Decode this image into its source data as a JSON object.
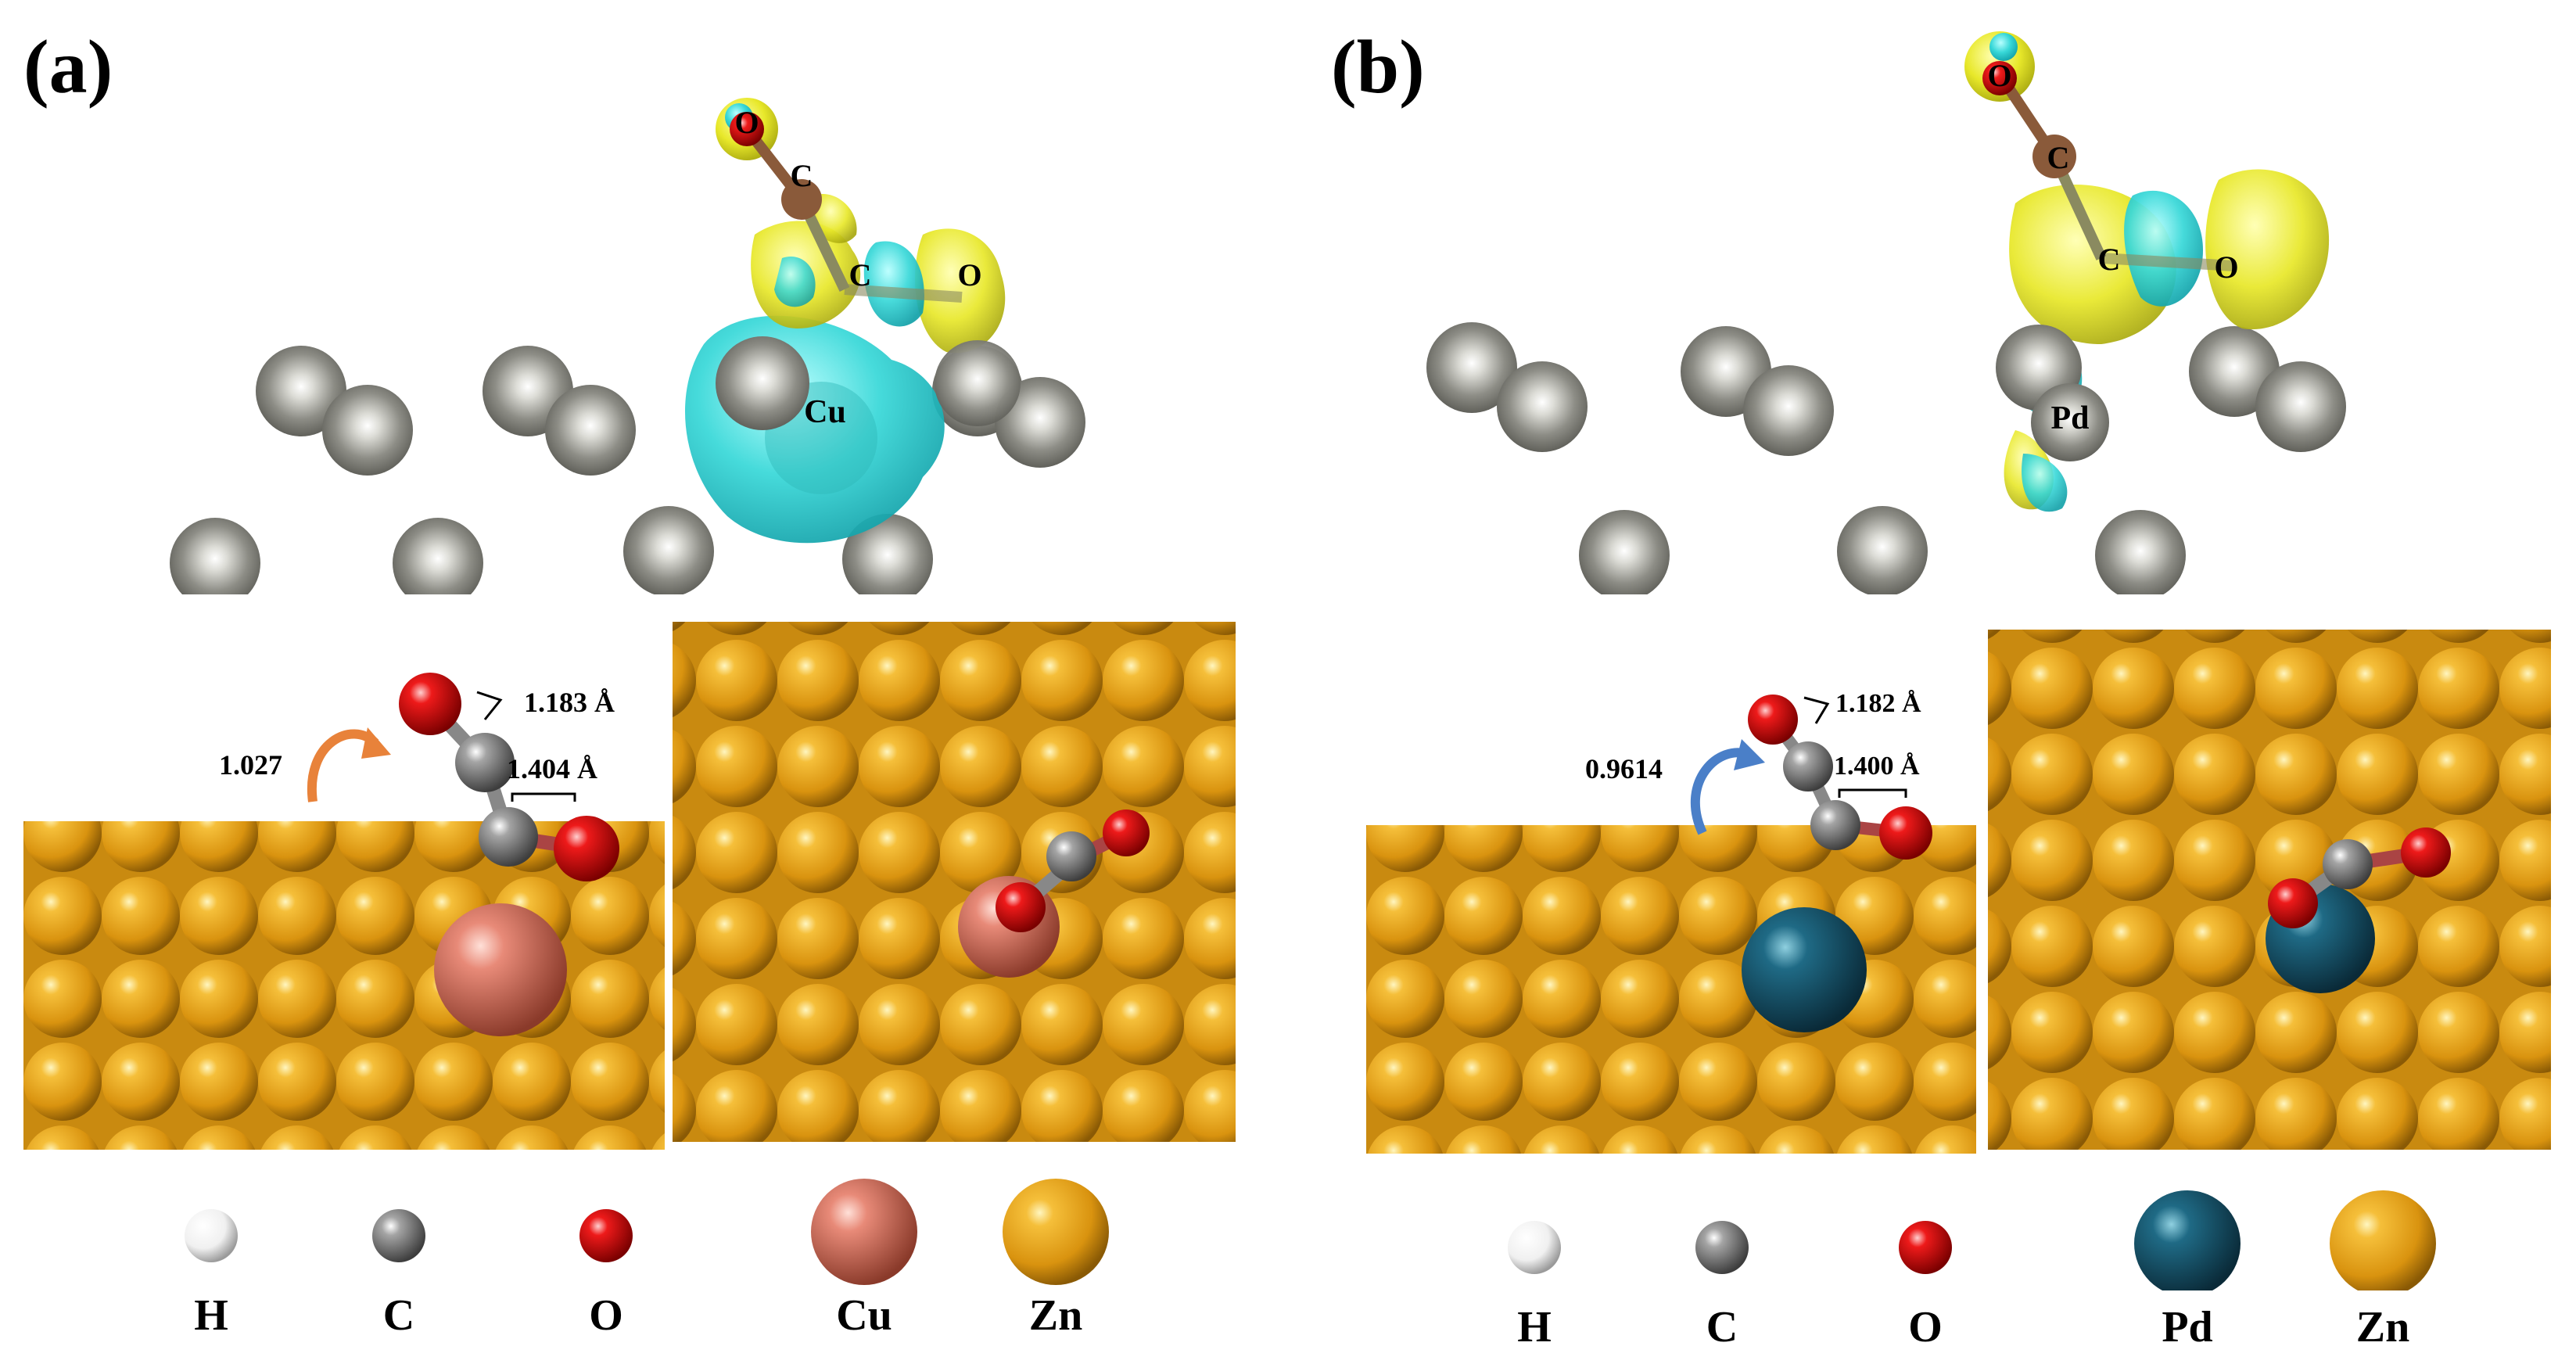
{
  "colors": {
    "H": "#f0f0f0",
    "C": "#7a7a7a",
    "O": "#e00000",
    "Cu": "#e07b6a",
    "Pd": "#1a5f77",
    "Zn": "#e5a21a",
    "surface_atom": "#8f8f88",
    "charge_accumulation": "#e8e82a",
    "charge_depletion": "#2fd8d8",
    "bond_CO_top": "#8a5a3a",
    "arrow_a": "#e8823a",
    "arrow_b": "#4a7fc8"
  },
  "panels": [
    {
      "label": "(a)",
      "dopant": "Cu",
      "charge_density_atom_labels": [
        "O",
        "C",
        "C",
        "O",
        "Cu"
      ],
      "bond_length_top": "1.183 Å",
      "bond_length_middle": "1.404 Å",
      "charge_transfer": "1.027",
      "legend": [
        "H",
        "C",
        "O",
        "Cu",
        "Zn"
      ]
    },
    {
      "label": "(b)",
      "dopant": "Pd",
      "charge_density_atom_labels": [
        "O",
        "C",
        "C",
        "O",
        "Pd"
      ],
      "bond_length_top": "1.182 Å",
      "bond_length_middle": "1.400 Å",
      "charge_transfer": "0.9614",
      "legend": [
        "H",
        "C",
        "O",
        "Pd",
        "Zn"
      ]
    }
  ]
}
